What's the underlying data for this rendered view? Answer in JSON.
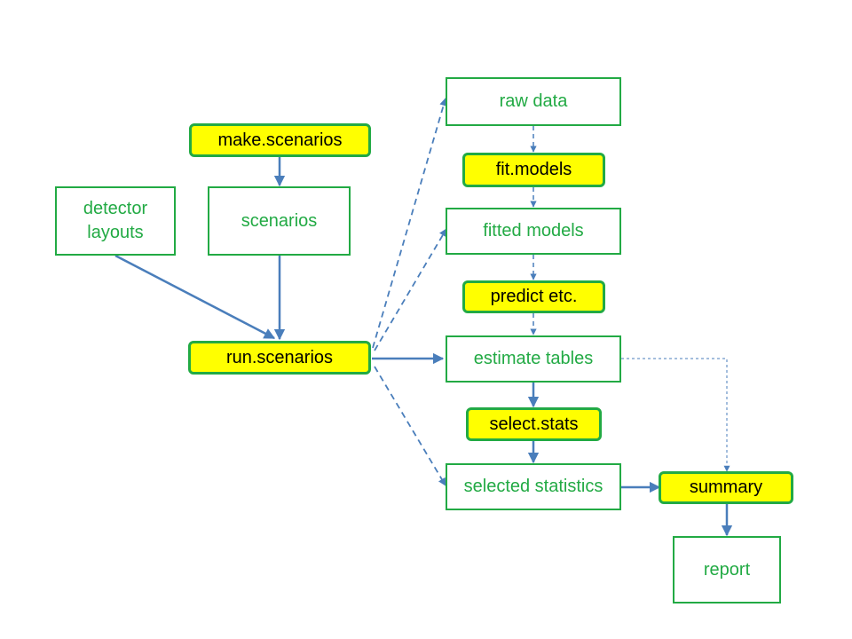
{
  "colors": {
    "function_fill": "#ffff00",
    "border": "#22aa44",
    "data_text": "#22aa44",
    "function_text": "#000000",
    "edge": "#4a7ebb"
  },
  "nodes": {
    "make_scenarios": "make.scenarios",
    "detector_layouts": "detector\nlayouts",
    "scenarios": "scenarios",
    "run_scenarios": "run.scenarios",
    "raw_data": "raw data",
    "fit_models": "fit.models",
    "fitted_models": "fitted models",
    "predict_etc": "predict etc.",
    "estimate_tables": "estimate tables",
    "select_stats": "select.stats",
    "selected_statistics": "selected statistics",
    "summary": "summary",
    "report": "report"
  },
  "edges": [
    {
      "from": "make_scenarios",
      "to": "scenarios",
      "style": "solid"
    },
    {
      "from": "detector_layouts",
      "to": "run_scenarios",
      "style": "solid"
    },
    {
      "from": "scenarios",
      "to": "run_scenarios",
      "style": "solid"
    },
    {
      "from": "run_scenarios",
      "to": "raw_data",
      "style": "dashed"
    },
    {
      "from": "run_scenarios",
      "to": "fitted_models",
      "style": "dashed"
    },
    {
      "from": "run_scenarios",
      "to": "estimate_tables",
      "style": "solid"
    },
    {
      "from": "run_scenarios",
      "to": "selected_statistics",
      "style": "dashed"
    },
    {
      "from": "raw_data",
      "to": "fit_models",
      "style": "dashed"
    },
    {
      "from": "fit_models",
      "to": "fitted_models",
      "style": "dashed"
    },
    {
      "from": "fitted_models",
      "to": "predict_etc",
      "style": "dashed"
    },
    {
      "from": "predict_etc",
      "to": "estimate_tables",
      "style": "dashed"
    },
    {
      "from": "estimate_tables",
      "to": "select_stats",
      "style": "solid"
    },
    {
      "from": "select_stats",
      "to": "selected_statistics",
      "style": "solid"
    },
    {
      "from": "selected_statistics",
      "to": "summary",
      "style": "solid"
    },
    {
      "from": "estimate_tables",
      "to": "summary",
      "style": "dotted"
    },
    {
      "from": "summary",
      "to": "report",
      "style": "solid"
    }
  ]
}
